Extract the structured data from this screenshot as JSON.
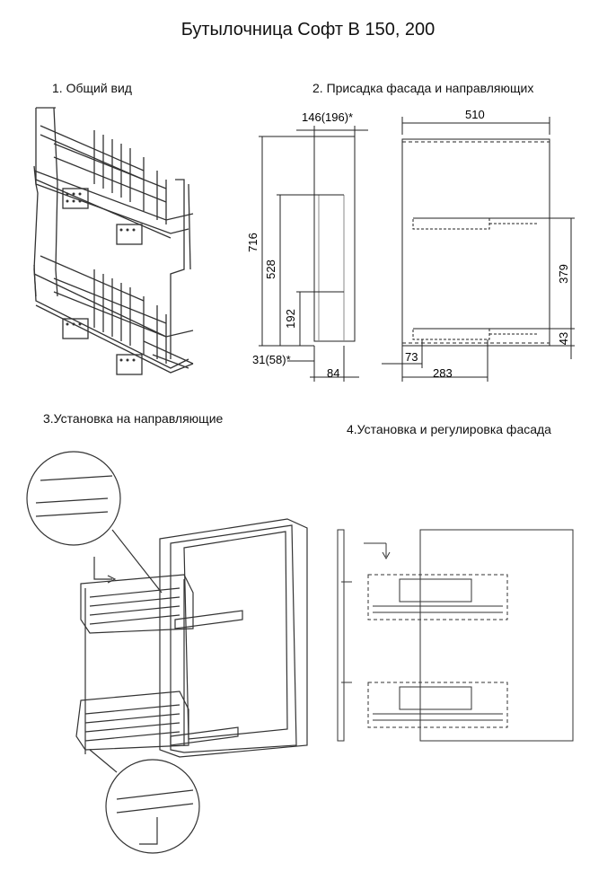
{
  "title": "Бутылочница Софт В 150, 200",
  "sections": {
    "s1": "1. Общий вид",
    "s2": "2. Присадка фасада и направляющих",
    "s3": "3.Установка на направляющие",
    "s4": "4.Установка и регулировка фасада"
  },
  "dims": {
    "d146": "146(196)*",
    "d510": "510",
    "d716": "716",
    "d528": "528",
    "d192": "192",
    "d31": "31(58)*",
    "d84": "84",
    "d379": "379",
    "d43": "43",
    "d73": "73",
    "d283": "283"
  }
}
